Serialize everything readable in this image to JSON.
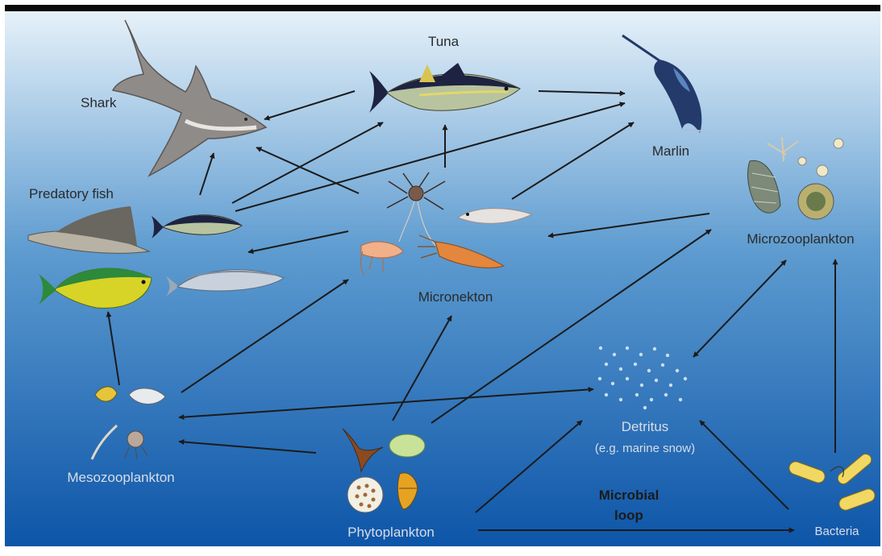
{
  "labels": {
    "tuna": "Tuna",
    "shark": "Shark",
    "marlin": "Marlin",
    "predatory_fish": "Predatory fish",
    "micronekton": "Micronekton",
    "microzooplankton": "Microzooplankton",
    "mesozooplankton": "Mesozooplankton",
    "detritus": "Detritus",
    "detritus_note": "(e.g. marine snow)",
    "phytoplankton": "Phytoplankton",
    "bacteria": "Bacteria",
    "microbial_loop_line1": "Microbial",
    "microbial_loop_line2": "loop"
  },
  "colors": {
    "ocean_top": "#e6f1f9",
    "ocean_mid": "#5d9bd0",
    "ocean_bottom": "#0d55a8",
    "arrow": "#1b1b1b",
    "label_dark": "#2a2a2a",
    "label_light": "#d8dde6",
    "shark": "#8f8b88",
    "tuna_back": "#1d2340",
    "tuna_side": "#b8c3a0",
    "marlin": "#243a6a",
    "mahi_green": "#2c8a3a",
    "mahi_yellow": "#d8d327",
    "krill": "#e2873d",
    "bacteria": "#f0d862"
  },
  "icons": [
    "shark-icon",
    "tuna-icon",
    "marlin-icon",
    "predatory-fish-icon",
    "mahi-mahi-icon",
    "mackerel-icon",
    "small-tuna-icon",
    "micronekton-icon",
    "squid-icon",
    "krill-icon",
    "lanternfish-icon",
    "microzooplankton-icon",
    "mesozooplankton-icon",
    "phytoplankton-icon",
    "detritus-particles-icon",
    "bacteria-icon"
  ]
}
